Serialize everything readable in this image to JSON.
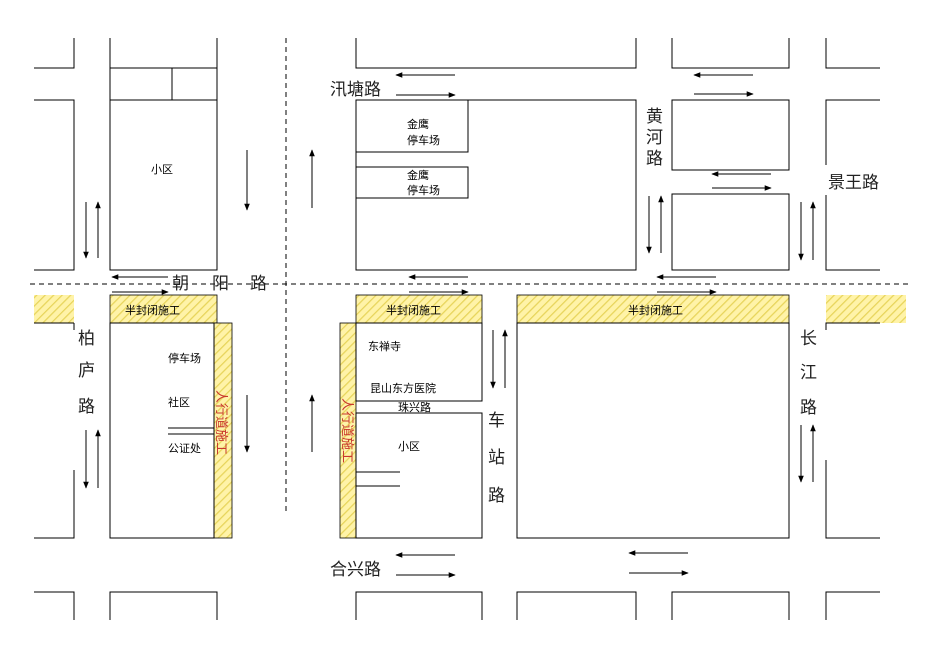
{
  "colors": {
    "construction_fill": "#fff3a8",
    "construction_hatch": "#e7d45a",
    "sidewalk_label": "#c8372d",
    "line": "#000000"
  },
  "roads": {
    "xuntang": "汛塘路",
    "chaoyang": [
      "朝",
      "阳",
      "路"
    ],
    "huanghe": [
      "黄",
      "河",
      "路"
    ],
    "jingwang": "景王路",
    "bailu": [
      "柏",
      "庐",
      "路"
    ],
    "changjiang": [
      "长",
      "江",
      "路"
    ],
    "chezhan": [
      "车",
      "站",
      "路"
    ],
    "zhuxing": "珠兴路",
    "hexing": "合兴路"
  },
  "places": {
    "community_north": "小区",
    "jinying_1": [
      "金鹰",
      "停车场"
    ],
    "jinying_2": [
      "金鹰",
      "停车场"
    ],
    "parking": "停车场",
    "community_west": "社区",
    "notary": "公证处",
    "dongchan": "东禅寺",
    "hospital": "昆山东方医院",
    "community_south": "小区"
  },
  "construction": {
    "half_closed": "半封闭施工",
    "sidewalk": "人行道施工"
  }
}
